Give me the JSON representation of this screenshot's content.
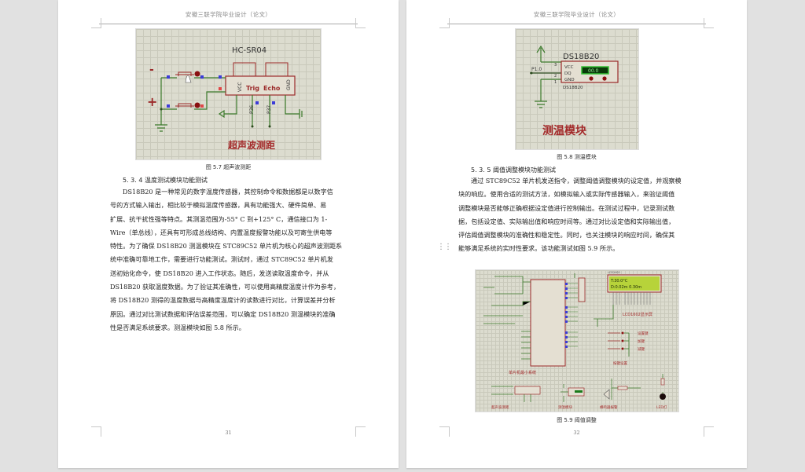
{
  "viewer": {
    "background": "#e1e1e1"
  },
  "pages": {
    "left": {
      "header": "安徽三联学院毕业设计（论文）",
      "figure": {
        "module_title": "HC-SR04",
        "pins": [
          "VCC",
          "Trig",
          "Echo",
          "GND"
        ],
        "port_labels": [
          "P36",
          "P37"
        ],
        "button_labels": [
          "-",
          "+"
        ],
        "overlay_label": "超声波测距"
      },
      "caption": "图 5.7 超声波测距",
      "section_heading": "5. 3. 4  温度测试模块功能测试",
      "paragraph_lines": [
        "DS18B20 是一种常见的数字温度传感器，其控制命令和数据都是以数字信",
        "号的方式输入输出，相比较于模拟温度传感器，具有功能强大、硬件简单、易",
        "扩展、抗干扰性强等特点。其测温范围为-55° C 到+125° C，通信接口为 1-",
        "Wire（单总线），还具有可形成总线结构、内置温度报警功能以及可寄生供电等",
        "特性。为了确保 DS18B20 测温模块在 STC89C52 单片机为核心的超声波测距系",
        "统中准确可靠地工作，需要进行功能测试。测试时，通过 STC89C52 单片机发",
        "送初始化命令，使 DS18B20 进入工作状态。随后，发送读取温度命令，并从",
        "DS18B20 获取温度数据。为了验证其准确性，可以使用高精度温度计作为参考，",
        "将 DS18B20 测得的温度数据与高精度温度计的读数进行对比，计算误差并分析",
        "原因。通过对比测试数据和评估误差范围，可以确定 DS18B20 测温模块的准确",
        "性是否满足系统要求。测温模块如图 5.8 所示。"
      ],
      "page_number": "31"
    },
    "right": {
      "header": "安徽三联学院毕业设计（论文）",
      "figure_top": {
        "module_title": "DS18B20",
        "pins": [
          "VCC",
          "DQ",
          "GND"
        ],
        "pin_numbers": [
          "3",
          "2",
          "1"
        ],
        "port_label": "P1.0",
        "part_label": "DS18B20",
        "display_value": "00.0",
        "overlay_label": "测温模块"
      },
      "caption_top": "图 5.8 测温模块",
      "section_heading": "5. 3. 5  阈值调整模块功能测试",
      "paragraph_lines": [
        "通过 STC89C52 单片机发送指令，调整阈值调整模块的设定值，并观察模",
        "块的响应。使用合适的测试方法，如模拟输入或实际传感器输入，来验证阈值",
        "调整模块是否能够正确根据设定值进行控制输出。在测试过程中，记录测试数",
        "据，包括设定值、实际输出值和响应时间等。通过对比设定值和实际输出值，",
        "评估阈值调整模块的准确性和稳定性。同时，也关注模块的响应时间，确保其",
        "能够满足系统的实时性要求。该功能测试如图 5.9 所示。"
      ],
      "figure_bottom": {
        "lcd_label": "LCD1602",
        "lcd_line1": "T:30.0°C",
        "lcd_line2": "D:0.02m     0.30m",
        "lcd_caption": "LCD1602显示屏",
        "mcu_caption": "单片机最小系统",
        "keys": [
          "设置键",
          "加键",
          "减键"
        ],
        "keys_caption": "按键设置",
        "ultrasonic_caption": "超声波测距",
        "temp_caption": "测温模块",
        "buzzer_caption": "蜂鸣器报警",
        "led_caption": "LED灯"
      },
      "caption_bottom": "图 5.9 阈值调整",
      "page_number": "32"
    }
  },
  "colors": {
    "schematic_bg": "#dcdccf",
    "wire_green": "#3b7a2b",
    "component_red": "#9b2a2a",
    "label_red": "#a32a2a",
    "lcd_green": "#b7d33a"
  }
}
